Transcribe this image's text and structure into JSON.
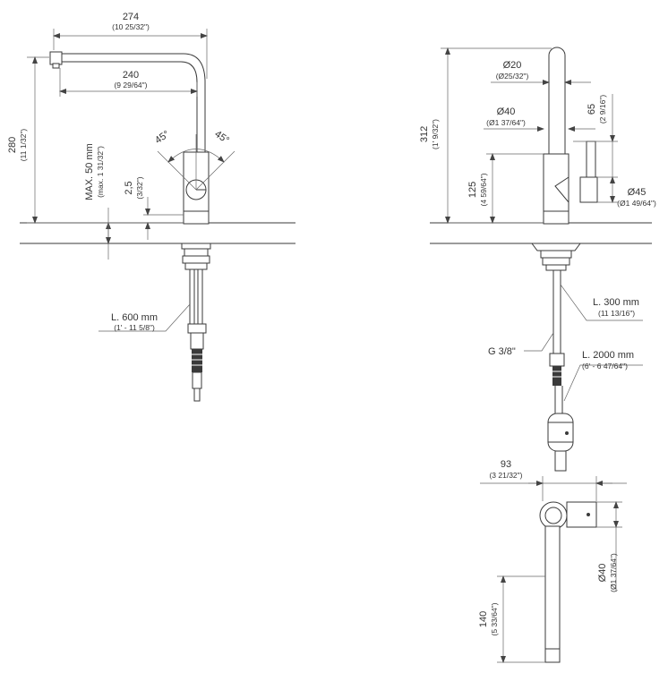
{
  "left_view": {
    "spout_reach": {
      "value": "274",
      "imperial": "(10 25/32\")"
    },
    "spout_inner": {
      "value": "240",
      "imperial": "(9 29/64\")"
    },
    "total_height": {
      "value": "280",
      "imperial": "(11 1/32\")"
    },
    "max_deck": {
      "value": "MAX. 50 mm",
      "imperial": "(max. 1 31/32\")"
    },
    "base_offset": {
      "value": "2,5",
      "imperial": "(3/32\")"
    },
    "angle_left": "45°",
    "angle_right": "45°",
    "hose_length": {
      "value": "L. 600 mm",
      "imperial": "(1' - 11 5/8\")"
    }
  },
  "right_view": {
    "total_height": {
      "value": "312",
      "imperial": "(1' 9/32\")"
    },
    "tube_diameter": {
      "value": "Ø20",
      "imperial": "(Ø25/32\")"
    },
    "body_diameter": {
      "value": "Ø40",
      "imperial": "(Ø1 37/64\")"
    },
    "lever_height": {
      "value": "65",
      "imperial": "(2 9/16\")"
    },
    "body_height": {
      "value": "125",
      "imperial": "(4 59/64\")"
    },
    "lever_diameter": {
      "value": "Ø45",
      "imperial": "(Ø1 49/64\")"
    },
    "hose_length_1": {
      "value": "L. 300 mm",
      "imperial": "(11 13/16\")"
    },
    "thread": "G 3/8\"",
    "hose_length_2": {
      "value": "L. 2000 mm",
      "imperial": "(6' - 6 47/64\")"
    }
  },
  "top_view": {
    "width": {
      "value": "93",
      "imperial": "(3 21/32\")"
    },
    "diameter": {
      "value": "Ø40",
      "imperial": "(Ø1 37/64\")"
    },
    "length": {
      "value": "140",
      "imperial": "(5 33/64\")"
    }
  }
}
